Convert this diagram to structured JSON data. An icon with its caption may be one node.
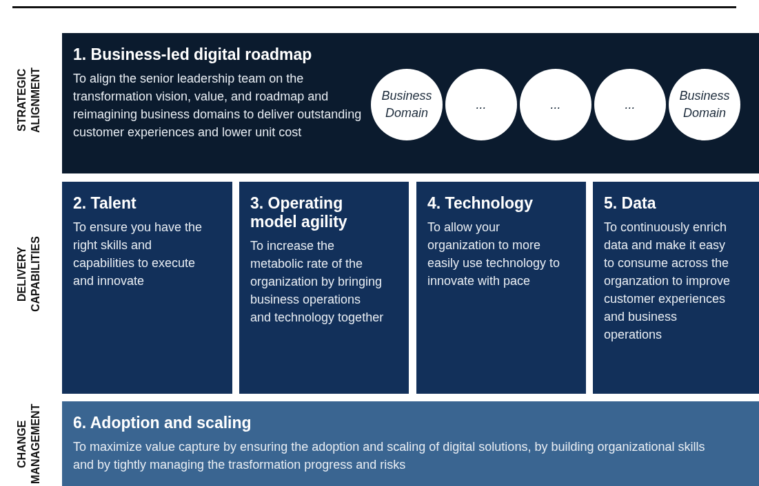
{
  "diagram": {
    "nodes": [
      {
        "text": [
          "1. Business-led digital roadmap",
          "To align the senior leadership team on the transformation vision, value, and roadmap and reimagining business domains to deliver outstanding customer experiences and lower unit cost"
        ]
      },
      {
        "text": [
          "Business Domain"
        ],
        "in": 0
      },
      {
        "text": [
          "..."
        ],
        "in": 0
      },
      {
        "text": [
          "..."
        ],
        "in": 0
      },
      {
        "text": [
          "..."
        ],
        "in": 0
      },
      {
        "text": [
          "Business Domain"
        ],
        "in": 0
      },
      {
        "text": [
          "2. Talent",
          "To ensure you have the right skills and capabilities to execute and innovate"
        ]
      },
      {
        "text": [
          "3. Operating model agility",
          "To increase the metabolic rate of the organization by bringing business operations and technology together"
        ]
      },
      {
        "text": [
          "4. Technology",
          "To allow your organization to more easily use technology to innovate with pace"
        ]
      },
      {
        "text": [
          "5. Data",
          "To continuously enrich data and make it easy to consume across the organzation to improve customer experiences and business operations"
        ]
      },
      {
        "text": [
          "6. Adoption and scaling",
          "To maximize value capture by ensuring the adoption and scaling of digital solutions, by building organizational skills and by tightly managing the trasformation progress and risks"
        ]
      }
    ],
    "edges": [],
    "labels": [
      "STRATEGIC ALIGNMENT",
      "DELIVERY CAPABILITIES",
      "CHANGE MANAGEMENT"
    ]
  }
}
